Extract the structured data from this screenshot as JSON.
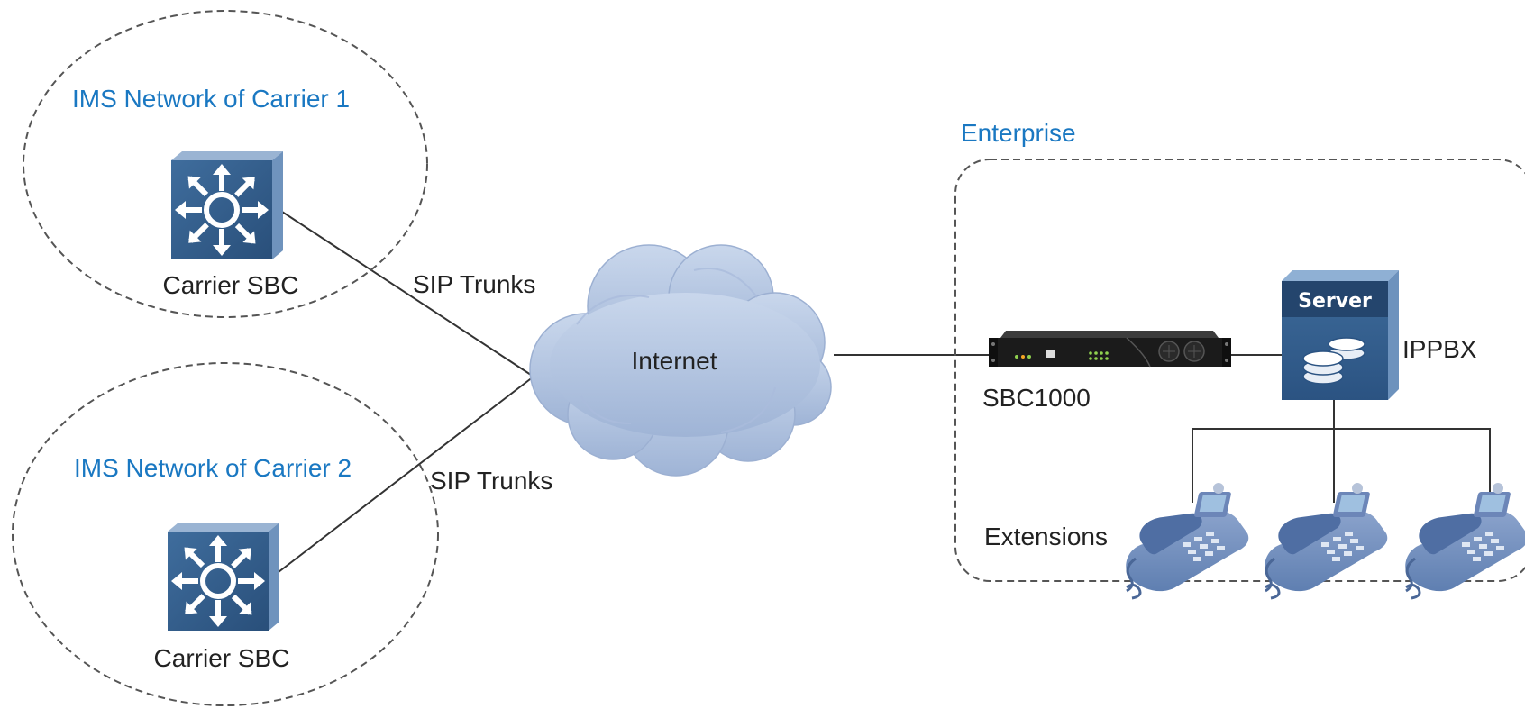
{
  "carrier1": {
    "zone_label": "IMS Network of Carrier 1",
    "sbc_label": "Carrier SBC",
    "link_label": "SIP Trunks"
  },
  "carrier2": {
    "zone_label": "IMS Network of Carrier 2",
    "sbc_label": "Carrier SBC",
    "link_label": "SIP Trunks"
  },
  "internet": {
    "label": "Internet"
  },
  "enterprise": {
    "zone_label": "Enterprise",
    "sbc_label": "SBC1000",
    "server_word": "Server",
    "ippbx_label": "IPPBX",
    "extensions_label": "Extensions"
  },
  "colors": {
    "zone_label": "#1a78c2",
    "text": "#222222",
    "device_blue": "#35608f",
    "cloud": "#b7c8e2"
  },
  "icons": [
    "router-icon",
    "cloud-icon",
    "sbc-appliance-icon",
    "server-icon",
    "phone-icon"
  ]
}
